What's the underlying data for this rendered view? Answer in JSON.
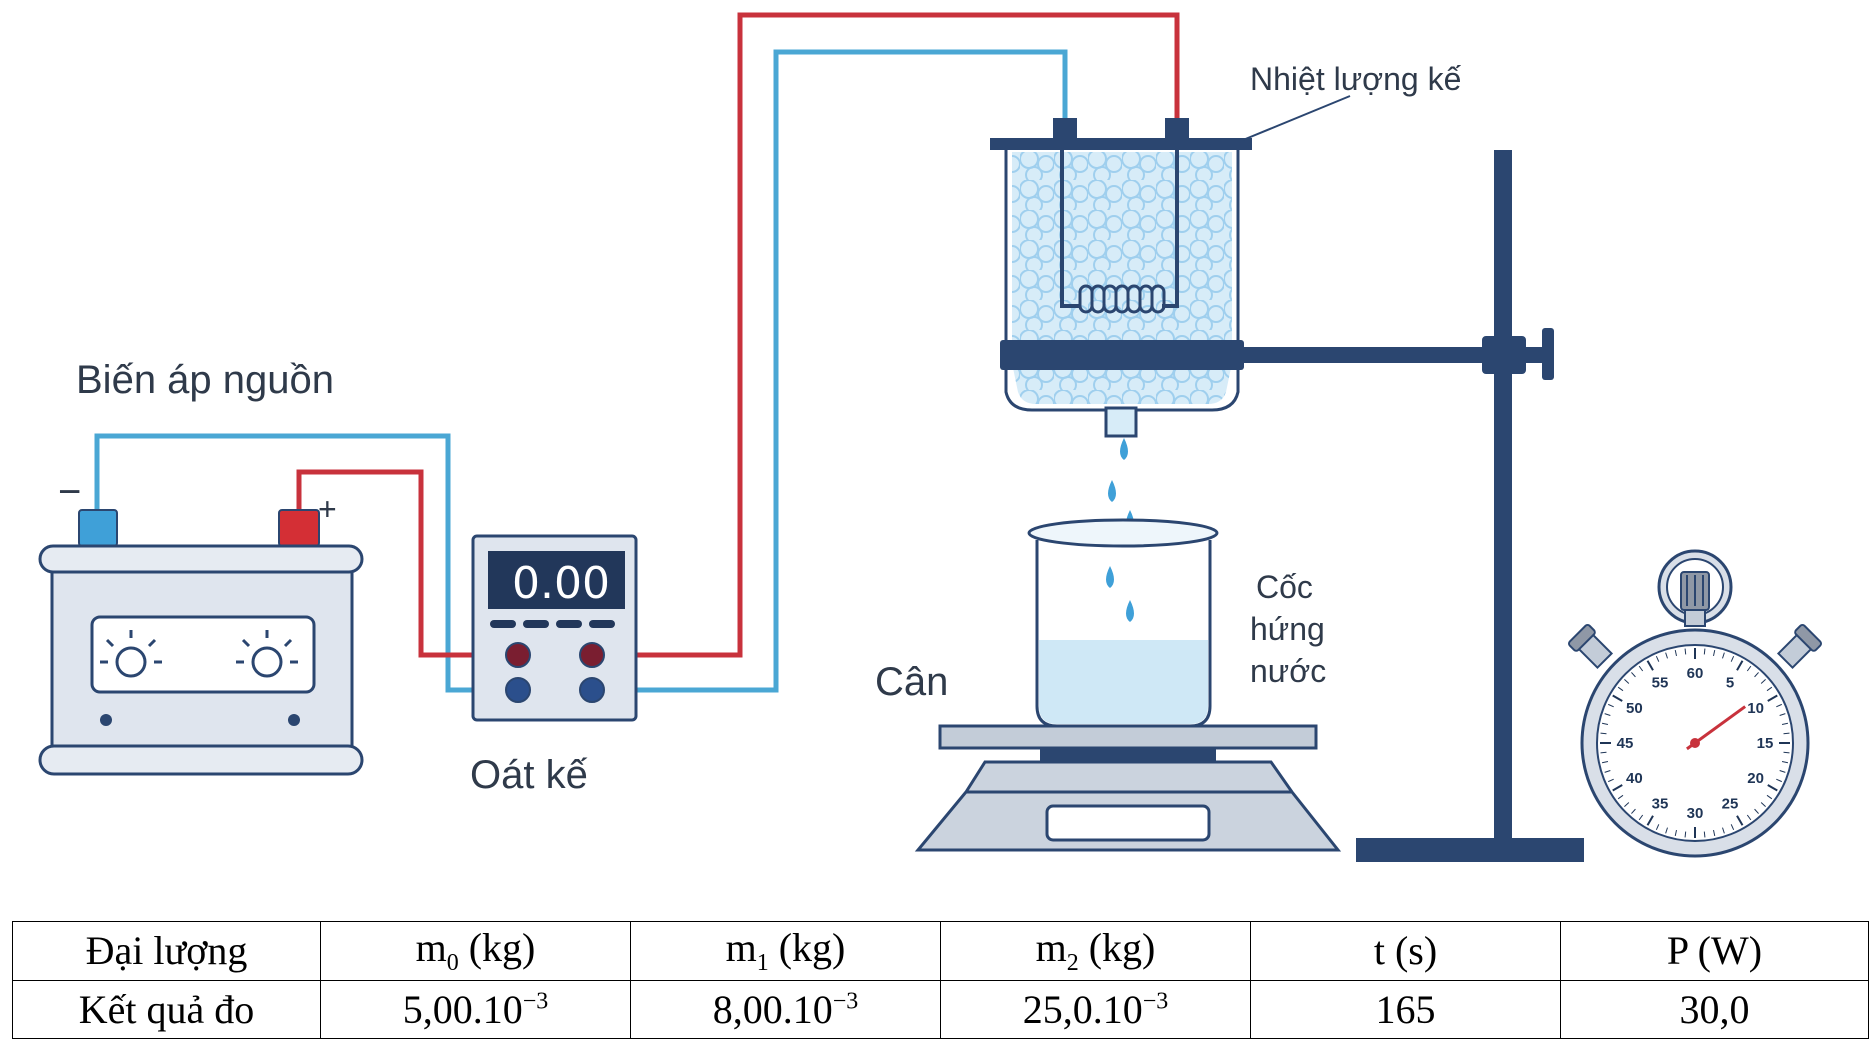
{
  "labels": {
    "power_supply": "Biến áp nguồn",
    "wattmeter": "Oát kế",
    "calorimeter": "Nhiệt lượng kế",
    "beaker": [
      "Cốc",
      "hứng",
      "nước"
    ],
    "scale": "Cân",
    "terminal_minus": "−",
    "terminal_plus": "+"
  },
  "wattmeter_display": "0.00",
  "stopwatch": {
    "dial_numbers": [
      "60",
      "5",
      "10",
      "15",
      "20",
      "25",
      "30",
      "35",
      "40",
      "45",
      "50",
      "55"
    ],
    "hand_reading": 9
  },
  "table": {
    "headers": [
      {
        "base": "Đại lượng",
        "sub": "",
        "unit": ""
      },
      {
        "base": "m",
        "sub": "0",
        "unit": " (kg)"
      },
      {
        "base": "m",
        "sub": "1",
        "unit": " (kg)"
      },
      {
        "base": "m",
        "sub": "2",
        "unit": " (kg)"
      },
      {
        "base": "t (s)",
        "sub": "",
        "unit": ""
      },
      {
        "base": "P (W)",
        "sub": "",
        "unit": ""
      }
    ],
    "row_label": "Kết quả đo",
    "values": [
      {
        "mantissa": "5,00.10",
        "exp": "−3"
      },
      {
        "mantissa": "8,00.10",
        "exp": "−3"
      },
      {
        "mantissa": "25,0.10",
        "exp": "−3"
      },
      {
        "mantissa": "165",
        "exp": ""
      },
      {
        "mantissa": "30,0",
        "exp": ""
      }
    ]
  },
  "colors": {
    "wire_red": "#c8323c",
    "wire_blue": "#4aa7d4",
    "stand": "#2b4670",
    "terminal_red": "#d42f35",
    "terminal_blue": "#3fa0d8",
    "water": "#cfe8f6"
  }
}
